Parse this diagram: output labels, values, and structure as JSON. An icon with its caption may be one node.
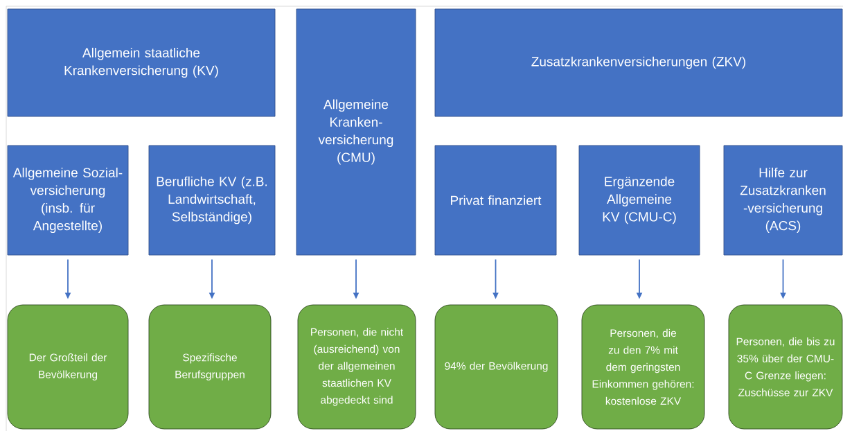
{
  "diagram": {
    "nodes": [
      {
        "text": [
          "Allgemein staatliche Krankenversicherung (KV)"
        ]
      },
      {
        "text": [
          "Allgemeine Kranken- versicherung (CMU)"
        ]
      },
      {
        "text": [
          "Zusatzkrankenversicherungen (ZKV)"
        ]
      },
      {
        "text": [
          "Allgemeine Sozial- versicherung (insb. für Angestellte)"
        ]
      },
      {
        "text": [
          "Berufliche KV (z.B. Landwirtschaft, Selbständige)"
        ]
      },
      {
        "text": [
          "Privat finanziert"
        ]
      },
      {
        "text": [
          "Ergänzende Allgemeine KV (CMU-C)"
        ]
      },
      {
        "text": [
          "Hilfe zur Zusatzkranken -versicherung (ACS)"
        ]
      },
      {
        "text": [
          "Der Großteil der Bevölkerung"
        ]
      },
      {
        "text": [
          "Spezifische Berufsgruppen"
        ]
      },
      {
        "text": [
          "Personen, die nicht (ausreichend) von der allgemeinen staatlichen KV abgedeckt sind"
        ]
      },
      {
        "text": [
          "94% der Bevölkerung"
        ]
      },
      {
        "text": [
          "Personen, die zu den 7% mit dem geringsten Einkommen gehören: kostenlose ZKV"
        ]
      },
      {
        "text": [
          "Personen, die bis zu 35% über der CMU-C Grenze liegen: Zuschüsse zur ZKV"
        ]
      }
    ],
    "edges": [
      {
        "from": 3,
        "to": 8,
        "arrow": "to"
      },
      {
        "from": 4,
        "to": 9,
        "arrow": "to"
      },
      {
        "from": 1,
        "to": 10,
        "arrow": "to"
      },
      {
        "from": 5,
        "to": 11,
        "arrow": "to"
      },
      {
        "from": 6,
        "to": 12,
        "arrow": "to"
      },
      {
        "from": 7,
        "to": 13,
        "arrow": "to"
      }
    ]
  }
}
